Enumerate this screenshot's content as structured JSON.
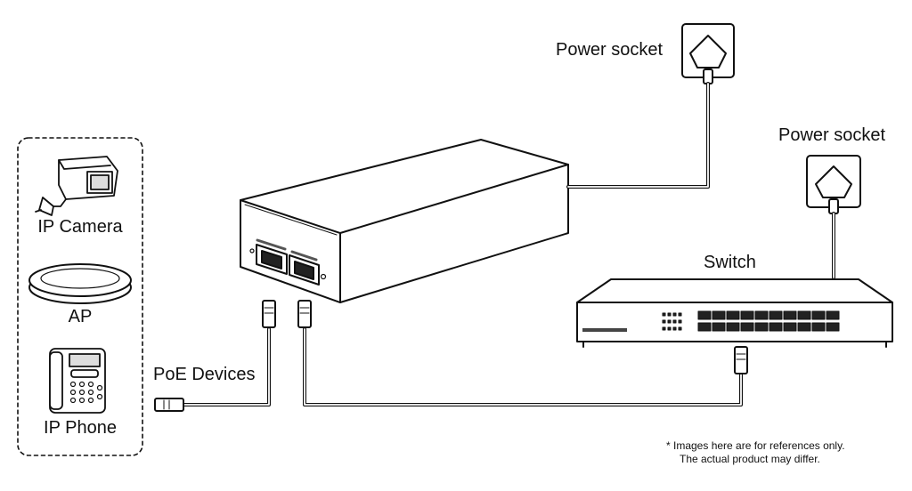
{
  "labels": {
    "power_socket_1": "Power socket",
    "power_socket_2": "Power socket",
    "switch": "Switch",
    "poe_devices": "PoE Devices",
    "ip_camera": "IP Camera",
    "ap": "AP",
    "ip_phone": "IP Phone"
  },
  "footnote": {
    "line1": "* Images here are for references only.",
    "line2": "The actual product may differ."
  }
}
